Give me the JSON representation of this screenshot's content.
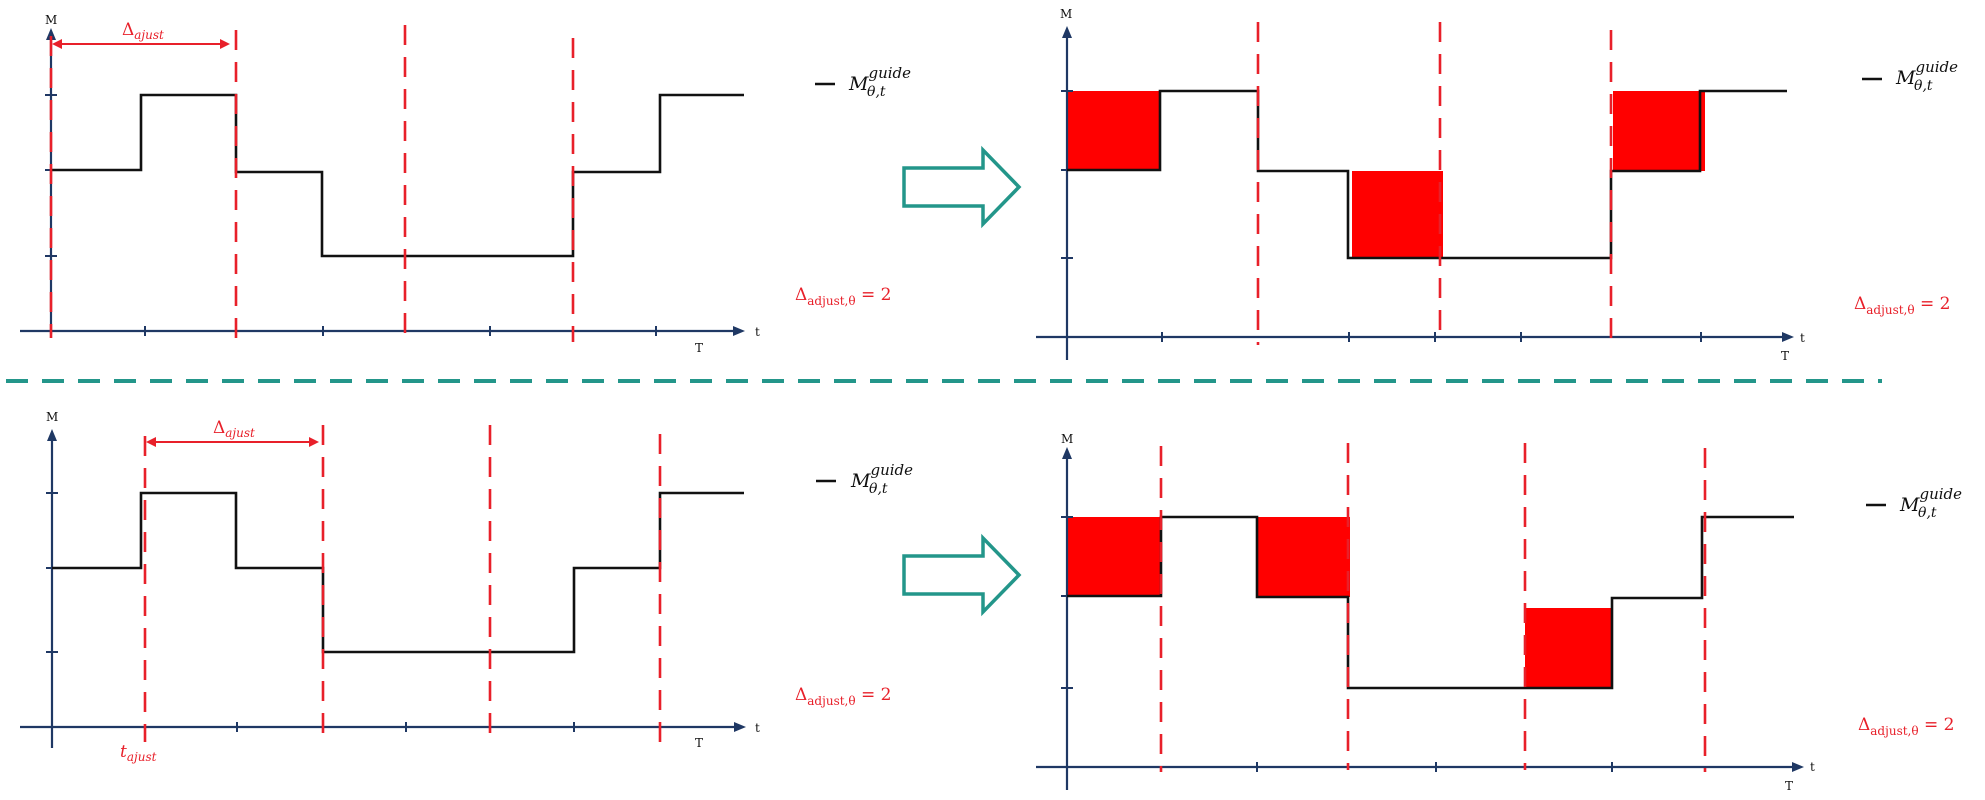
{
  "axis": {
    "y_label": "M",
    "x_label": "t",
    "x_sub_label": "T"
  },
  "legend": {
    "symbol": "M",
    "superscript": "guide",
    "subscript": "θ,t"
  },
  "annotation": {
    "delta": "Δ",
    "delta_sub": "ajust",
    "t_label": "t",
    "t_sub": "ajust",
    "param_text": "Δ",
    "param_sub": "adjust,θ",
    "param_value": " = 2"
  },
  "colors": {
    "axis": "#1f3864",
    "signal": "#111111",
    "dash": "#e8202a",
    "fill": "#ff0000",
    "separator": "#23968a",
    "arrow": "#23968a"
  }
}
